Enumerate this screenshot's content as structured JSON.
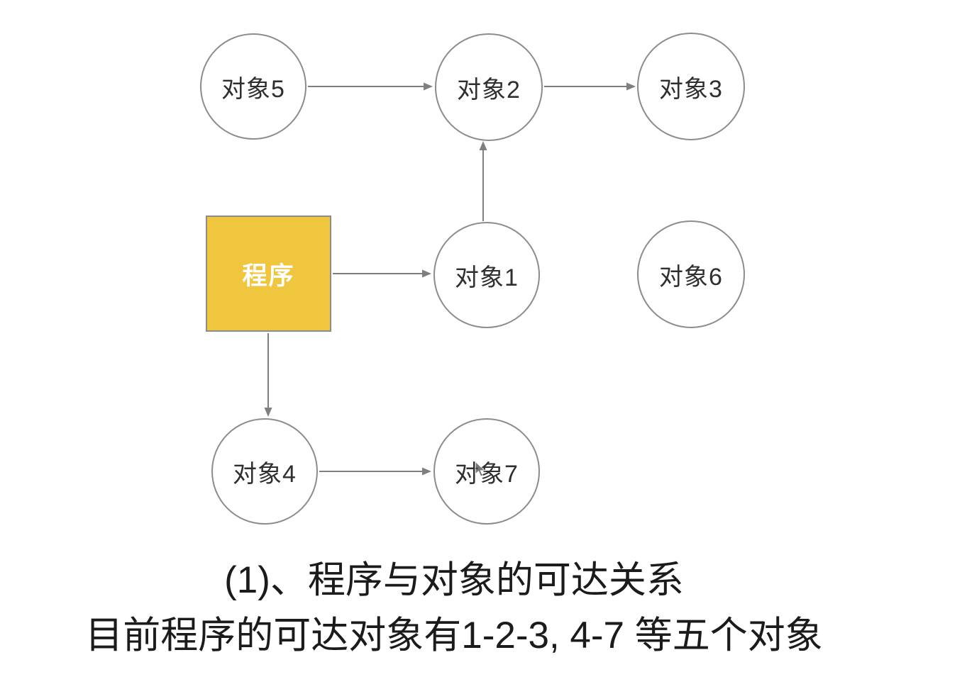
{
  "diagram": {
    "nodes": {
      "program": {
        "id": "program",
        "label": "程序",
        "shape": "square"
      },
      "objects": [
        {
          "id": "obj5",
          "label": "对象5"
        },
        {
          "id": "obj2",
          "label": "对象2"
        },
        {
          "id": "obj3",
          "label": "对象3"
        },
        {
          "id": "obj1",
          "label": "对象1"
        },
        {
          "id": "obj6",
          "label": "对象6"
        },
        {
          "id": "obj4",
          "label": "对象4"
        },
        {
          "id": "obj7",
          "label": "对象7"
        }
      ]
    },
    "edges": [
      {
        "from": "对象5",
        "to": "对象2"
      },
      {
        "from": "对象2",
        "to": "对象3"
      },
      {
        "from": "对象1",
        "to": "对象2"
      },
      {
        "from": "程序",
        "to": "对象1"
      },
      {
        "from": "程序",
        "to": "对象4"
      },
      {
        "from": "对象4",
        "to": "对象7"
      }
    ],
    "colors": {
      "program_fill": "#F0C63F",
      "program_text": "#FFFFFF",
      "node_border": "#8C8C8C",
      "node_text": "#2F2F2F",
      "edge": "#7F7F7F",
      "caption_text": "#1B1B1B",
      "background": "#FFFFFF"
    }
  },
  "caption": {
    "line1": "(1)、程序与对象的可达关系",
    "line2": "目前程序的可达对象有1-2-3, 4-7 等五个对象"
  }
}
